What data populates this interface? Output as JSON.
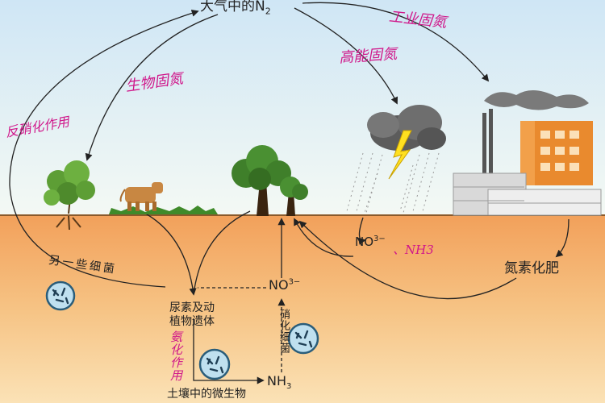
{
  "labels": {
    "air_n2_prefix": "大气中的",
    "air_n2_formula": "N",
    "air_n2_sub": "2",
    "other_bacteria": "另一些细菌",
    "urea_line1": "尿素及动",
    "urea_line2": "植物遗体",
    "no3": "NO",
    "no3_charge": "3−",
    "nitrifying_bacteria": "硝化细菌",
    "nh3_base": "NH",
    "nh3_sub": "3",
    "soil_microbes": "土壤中的微生物",
    "no3_rain": "NO",
    "no3_rain_charge": "3−",
    "nitrogen_fertilizer": "氮素化肥"
  },
  "annotations": {
    "industrial_fixation": "工业固氮",
    "natural_fixation": "高能固氮",
    "biological_fixation": "生物固氮",
    "denitrification": "反硝化作用",
    "nh3_rain": "、NH3",
    "ammonification": "氨化作用"
  },
  "colors": {
    "annotation": "#d0178a",
    "soil": "#f2a05a",
    "sky": "#cfe6f5",
    "factory": "#e98a2e"
  }
}
